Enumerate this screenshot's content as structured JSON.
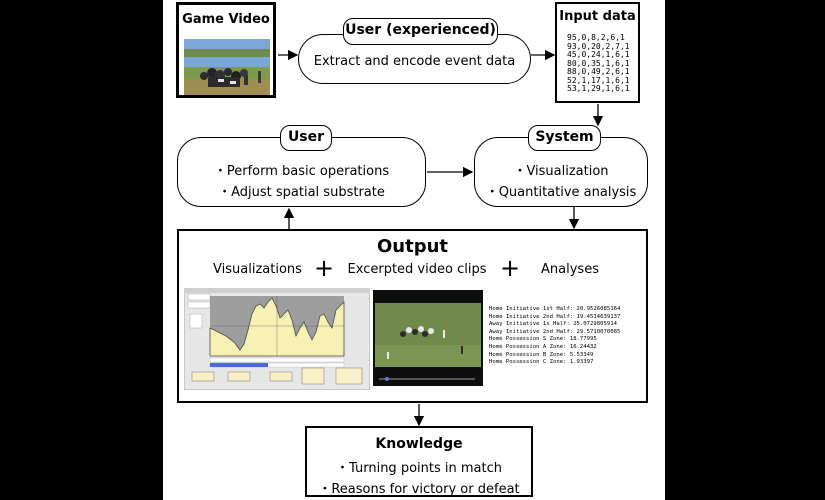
{
  "game_video": {
    "title": "Game Video"
  },
  "user_experienced": {
    "title": "User (experienced)",
    "task": "Extract and encode event data"
  },
  "input_data": {
    "title": "Input data",
    "rows": [
      "95,0,8,2,6,1",
      "93,0,20,2,7,1",
      "45,0,24,1,6,1",
      "80,0,35,1,6,1",
      "88,0,49,2,6,1",
      "52,1,17,1,6,1",
      "53,1,29,1,6,1"
    ]
  },
  "user": {
    "title": "User",
    "items": [
      "・Perform basic operations",
      "・Adjust spatial substrate"
    ]
  },
  "system": {
    "title": "System",
    "items": [
      "・Visualization",
      "・Quantitative analysis"
    ]
  },
  "output": {
    "title": "Output",
    "labels": [
      "Visualizations",
      "Excerpted video clips",
      "Analyses"
    ],
    "plus": "+",
    "analysis_lines": [
      "Home Initiative 1st Half: 20.9526085164",
      "Home Initiative 2nd Half: 19.4514639137",
      "Away Initiative 1s  Half: 25.0729805914",
      "Away Initiative 2nd Half: 29.5710070085",
      "Home Possession S Zone: 18.77995",
      "Home Possession A Zone: 16.24432",
      "Home Possession B Zone: 5.53349",
      "Home Possession C Zone: 1.93397"
    ]
  },
  "knowledge": {
    "title": "Knowledge",
    "items": [
      "・Turning points in match",
      "・Reasons for victory or defeat"
    ]
  }
}
